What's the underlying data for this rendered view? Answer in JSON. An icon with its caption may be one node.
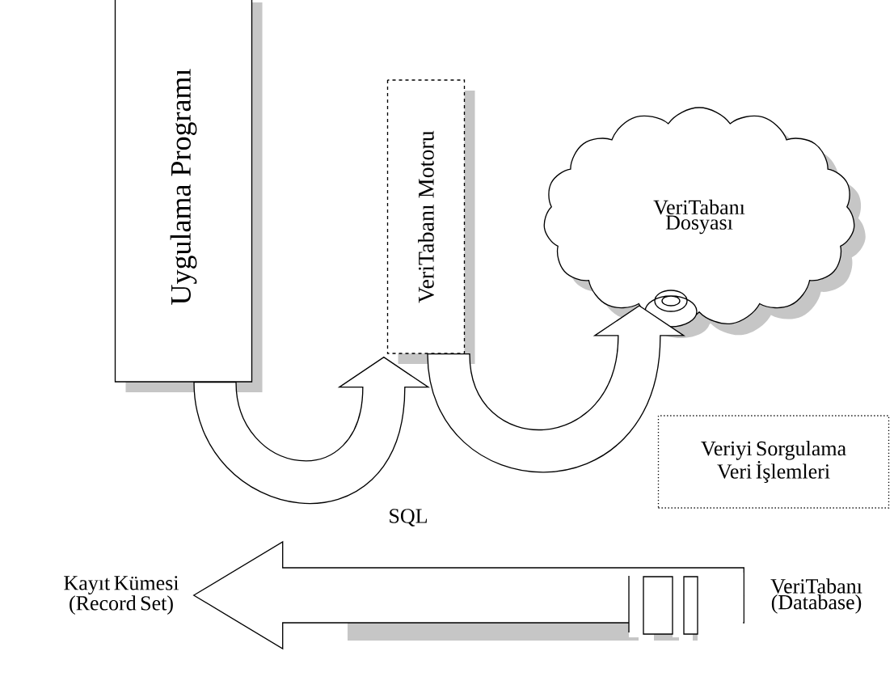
{
  "diagram": {
    "nodes": [
      {
        "text": [
          "Uygulama Programı"
        ]
      },
      {
        "text": [
          "VeriTabanı Motoru"
        ]
      },
      {
        "text": [
          "VeriTabanı Dosyası"
        ]
      },
      {
        "text": [
          "Veriyi Sorgulama Veri İşlemleri"
        ]
      },
      {
        "text": [
          "Kayıt Kümesi (Record Set)"
        ]
      },
      {
        "text": [
          "VeriTabanı (Database)"
        ]
      }
    ],
    "edges": [
      {
        "from": 0,
        "to": 1,
        "arrow": "to"
      },
      {
        "from": 1,
        "to": 2,
        "arrow": "to"
      },
      {
        "from": 5,
        "to": 4,
        "arrow": "to"
      }
    ],
    "labels": [
      "SQL"
    ]
  }
}
